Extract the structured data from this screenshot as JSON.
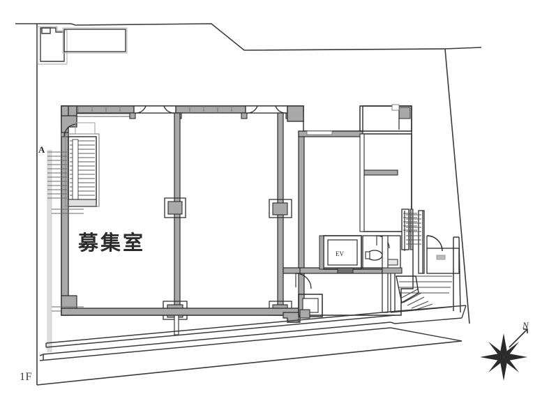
{
  "document": {
    "type": "architectural-floor-plan",
    "floor_label": "1F",
    "title": ""
  },
  "labels": {
    "vacant_room": "募集室",
    "elevator": "EV",
    "stair_marker": "A",
    "north_letter": "N"
  },
  "colors": {
    "wall_fill": "#a9a9a9",
    "wall_stroke": "#2b2b2b",
    "line": "#3a3a3a",
    "background": "#ffffff",
    "hatch": "#8f8f8f",
    "text": "#2b2b2b"
  },
  "legend": {
    "rooms": [
      {
        "name": "募集室",
        "type": "vacant-tenant-space"
      },
      {
        "name": "EV",
        "type": "elevator-shaft"
      }
    ]
  },
  "site": {
    "boundary_description": "irregular polygon site outline with sloped north and east edges",
    "walkway_description": "sloped pedestrian walkway along the south edge"
  },
  "north_arrow": {
    "symbol": "compass-rose",
    "points": 8,
    "direction_label": "N"
  }
}
